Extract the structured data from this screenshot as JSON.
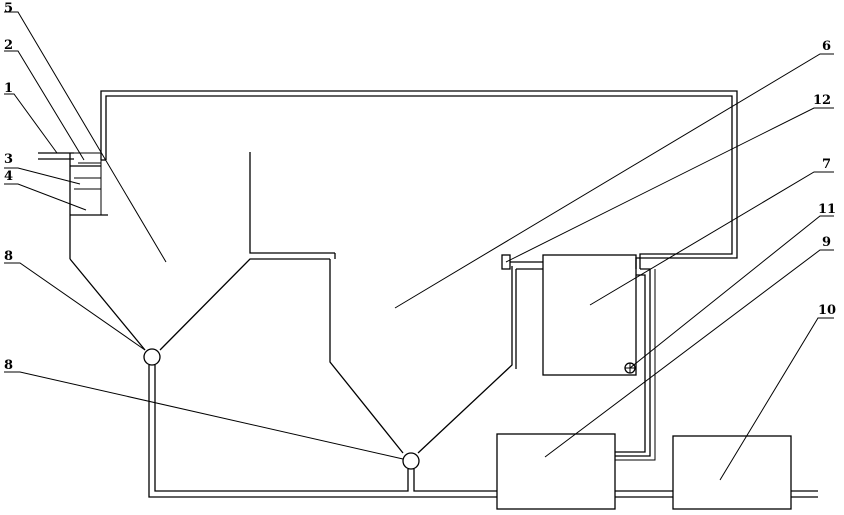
{
  "labels": {
    "l1": "1",
    "l2": "2",
    "l3": "3",
    "l4": "4",
    "l5": "5",
    "l6": "6",
    "l7": "7",
    "l8a": "8",
    "l8b": "8",
    "l9": "9",
    "l10": "10",
    "l11": "11",
    "l12": "12"
  }
}
